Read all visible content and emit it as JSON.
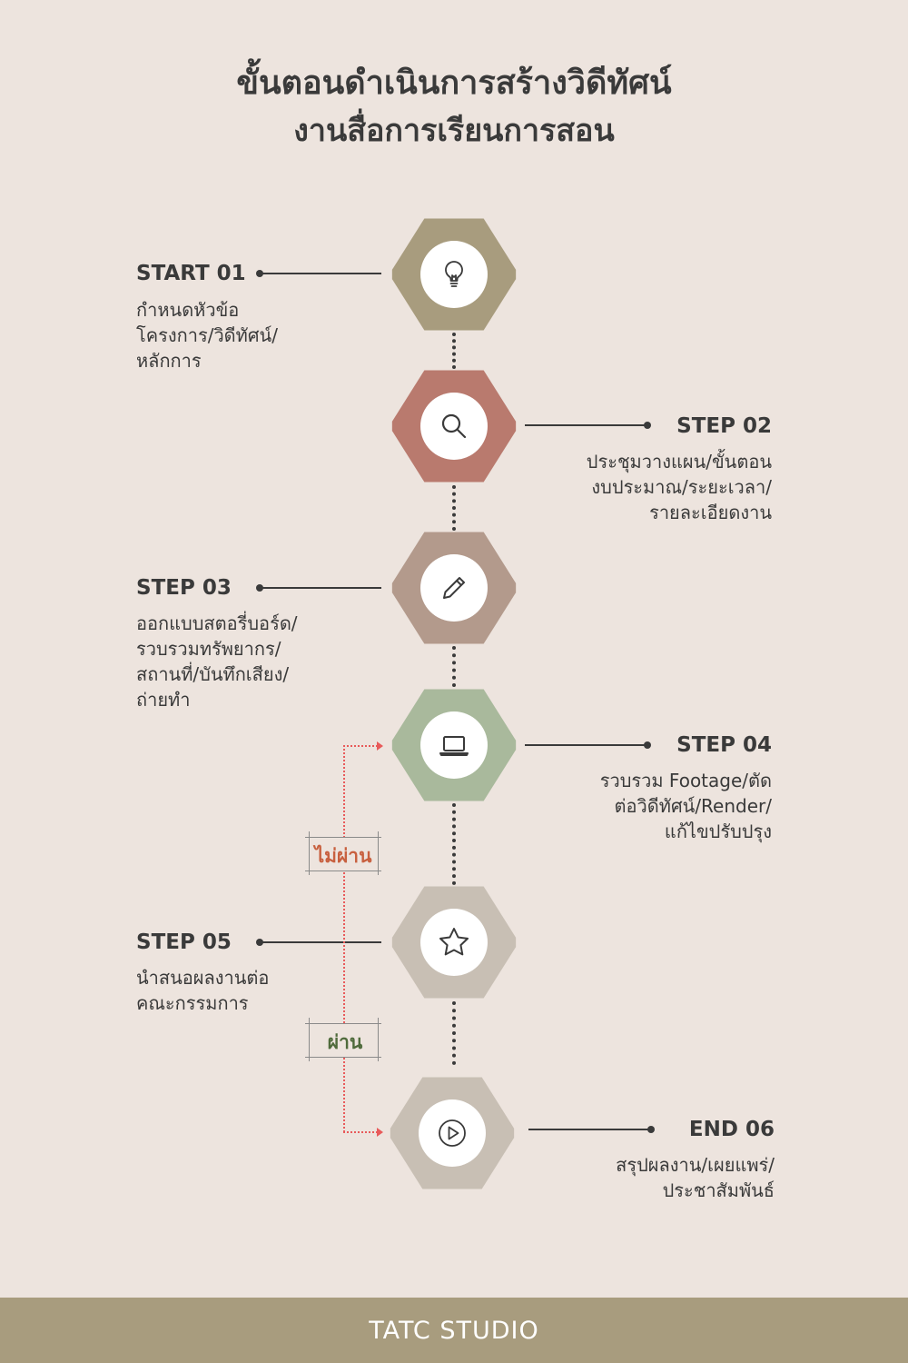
{
  "title": {
    "line1": "ขั้นตอนดำเนินการสร้างวิดีทัศน์",
    "line2": "งานสื่อการเรียนการสอน"
  },
  "steps": [
    {
      "label": "START 01",
      "desc": "กำหนดหัวข้อ\nโครงการ/วิดีทัศน์/\nหลักการ",
      "icon": "lightbulb-icon",
      "color": "#a89c7e"
    },
    {
      "label": "STEP 02",
      "desc": "ประชุมวางแผน/ขั้นตอน\nงบประมาณ/ระยะเวลา/\nรายละเอียดงาน",
      "icon": "search-icon",
      "color": "#b97a6e"
    },
    {
      "label": "STEP 03",
      "desc": "ออกแบบสตอรี่บอร์ด/\nรวบรวมทรัพยากร/\nสถานที่/บันทึกเสียง/\nถ่ายทำ",
      "icon": "pencil-icon",
      "color": "#b39a8c"
    },
    {
      "label": "STEP 04",
      "desc": "รวบรวม Footage/ตัด\nต่อวิดีทัศน์/Render/\nแก้ไขปรับปรุง",
      "icon": "laptop-icon",
      "color": "#a9b99c"
    },
    {
      "label": "STEP 05",
      "desc": "นำสนอผลงานต่อ\nคณะกรรมการ",
      "icon": "star-icon",
      "color": "#c8bfb4"
    },
    {
      "label": "END 06",
      "desc": "สรุปผลงาน/เผยแพร่/\nประชาสัมพันธ์",
      "icon": "play-icon",
      "color": "#c8bfb4"
    }
  ],
  "loop": {
    "fail_label": "ไม่ผ่าน",
    "fail_color": "#c8603f",
    "pass_label": "ผ่าน",
    "pass_color": "#4f6b3c",
    "arrow_color": "#e85a5a"
  },
  "footer": {
    "text": "TATC STUDIO"
  },
  "colors": {
    "background": "#ede4de",
    "text": "#3a3a3a",
    "footer_bg": "#a89c7e"
  }
}
